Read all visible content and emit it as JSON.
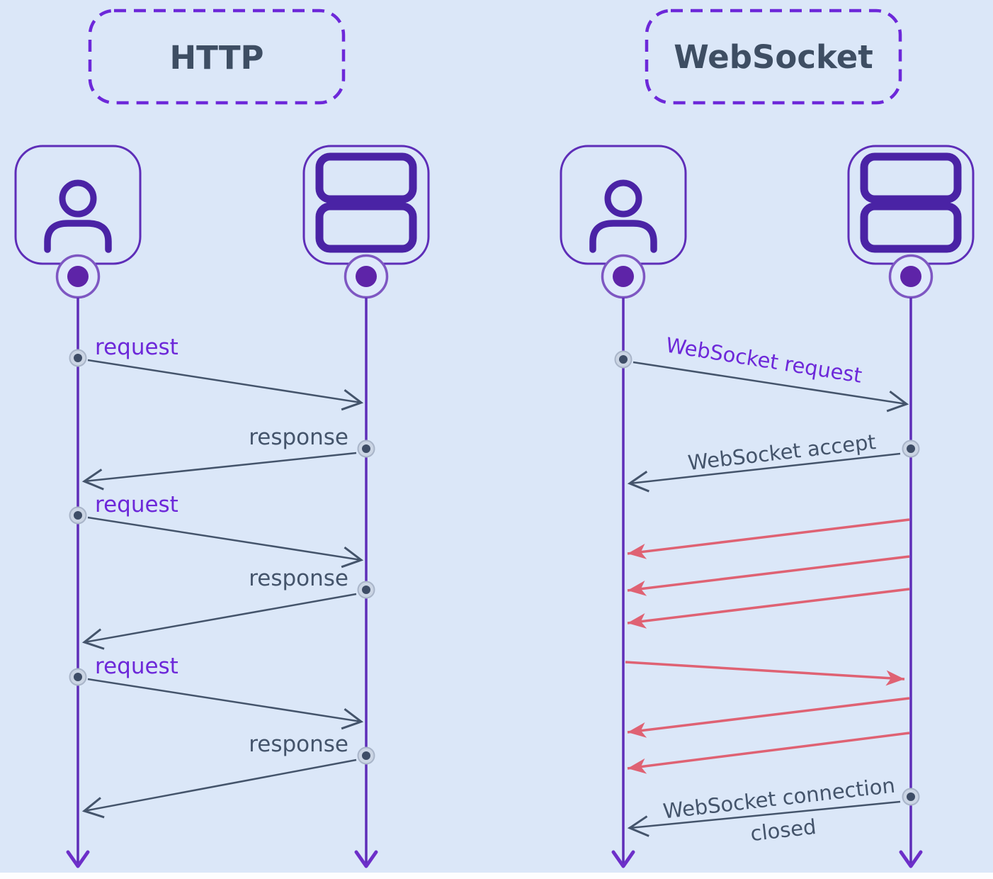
{
  "diagram": {
    "kind": "sequence-diagram-comparison",
    "background_color": "#dbe7f8",
    "colors": {
      "purple_accent": "#6d28d9",
      "deep_purple_icon": "#4a23a5",
      "lifeline_purple": "#5e2eb8",
      "donut_ring": "#7e57c2",
      "donut_dot": "#5e24a8",
      "slate": "#44546b",
      "title_text": "#3e4e63",
      "data_frame_red": "#df6273",
      "node_ring_fill": "#cbd5e4",
      "node_dot": "#3e4d66"
    },
    "sections": [
      {
        "title": "HTTP",
        "actors": [
          {
            "id": "client",
            "icon": "person-icon"
          },
          {
            "id": "server",
            "icon": "server-icon"
          }
        ],
        "messages": [
          {
            "label": "request",
            "from": "client",
            "to": "server",
            "style": "slate-open-arrow"
          },
          {
            "label": "response",
            "from": "server",
            "to": "client",
            "style": "slate-open-arrow"
          },
          {
            "label": "request",
            "from": "client",
            "to": "server",
            "style": "slate-open-arrow"
          },
          {
            "label": "response",
            "from": "server",
            "to": "client",
            "style": "slate-open-arrow"
          },
          {
            "label": "request",
            "from": "client",
            "to": "server",
            "style": "slate-open-arrow"
          },
          {
            "label": "response",
            "from": "server",
            "to": "client",
            "style": "slate-open-arrow"
          }
        ]
      },
      {
        "title": "WebSocket",
        "actors": [
          {
            "id": "client",
            "icon": "person-icon"
          },
          {
            "id": "server",
            "icon": "server-icon"
          }
        ],
        "messages": [
          {
            "label": "WebSocket request",
            "from": "client",
            "to": "server",
            "style": "slate-open-arrow"
          },
          {
            "label": "WebSocket accept",
            "from": "server",
            "to": "client",
            "style": "slate-open-arrow"
          },
          {
            "label": "",
            "from": "server",
            "to": "client",
            "style": "red-data-frame"
          },
          {
            "label": "",
            "from": "server",
            "to": "client",
            "style": "red-data-frame"
          },
          {
            "label": "",
            "from": "server",
            "to": "client",
            "style": "red-data-frame"
          },
          {
            "label": "",
            "from": "client",
            "to": "server",
            "style": "red-data-frame"
          },
          {
            "label": "",
            "from": "server",
            "to": "client",
            "style": "red-data-frame"
          },
          {
            "label": "",
            "from": "server",
            "to": "client",
            "style": "red-data-frame"
          },
          {
            "label": "WebSocket connection closed",
            "lines": [
              "WebSocket connection",
              "closed"
            ],
            "from": "server",
            "to": "client",
            "style": "slate-open-arrow"
          }
        ]
      }
    ]
  }
}
